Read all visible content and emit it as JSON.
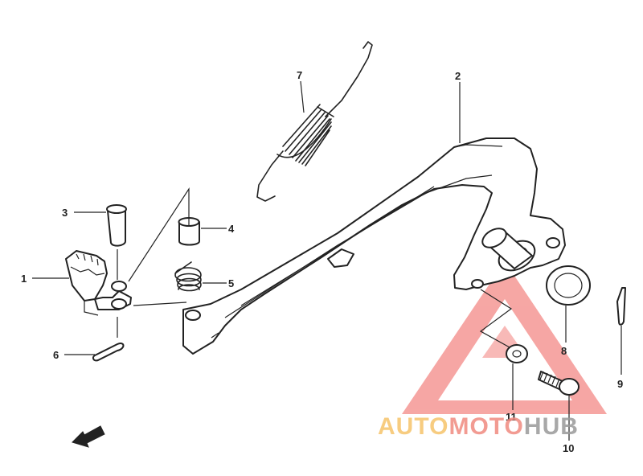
{
  "callouts": {
    "c1": "1",
    "c2": "2",
    "c3": "3",
    "c4": "4",
    "c5": "5",
    "c6": "6",
    "c7": "7",
    "c8": "8",
    "c9": "9",
    "c10": "10",
    "c11": "11"
  },
  "watermark": {
    "word1": "AUTO",
    "word2": "MOTO",
    "word3": "HUB",
    "color1": "#f6c46a",
    "color2": "#f08a80",
    "color3": "#9a9a9a",
    "triangle_color": "#ef5f5a"
  },
  "icons": {
    "front_arrow": "front-direction-arrow-icon"
  }
}
